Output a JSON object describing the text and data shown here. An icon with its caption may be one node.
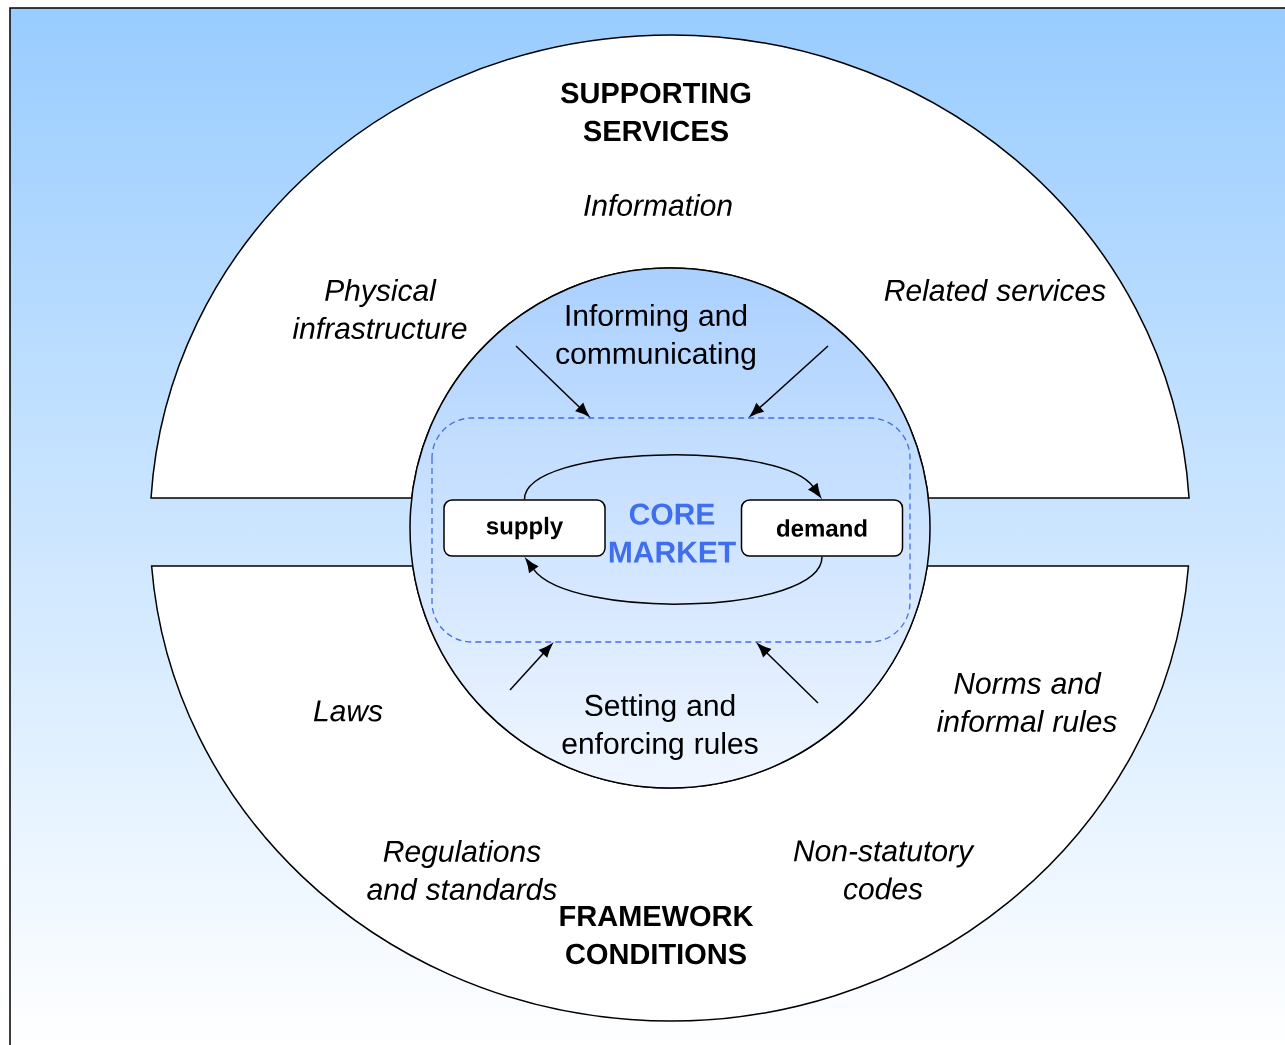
{
  "diagram": {
    "nodes": [
      {
        "text": [
          "SUPPORTING SERVICES",
          "Information",
          "Physical infrastructure",
          "Related services"
        ]
      },
      {
        "text": [
          "Laws",
          "Norms and informal rules",
          "Regulations and standards",
          "Non-statutory codes",
          "FRAMEWORK CONDITIONS"
        ]
      },
      {
        "text": [
          "Informing and communicating",
          "Setting and enforcing rules"
        ]
      },
      {
        "text": [
          "CORE MARKET"
        ],
        "in": 2
      },
      {
        "text": [
          "supply"
        ],
        "in": 3
      },
      {
        "text": [
          "demand"
        ],
        "in": 3
      }
    ],
    "edges": [
      {
        "from": 4,
        "to": 5,
        "arrow": "to"
      },
      {
        "from": 5,
        "to": 4,
        "arrow": "to"
      },
      {
        "from": null,
        "to": 3,
        "arrow": "to"
      },
      {
        "from": null,
        "to": 3,
        "arrow": "to"
      },
      {
        "from": null,
        "to": 3,
        "arrow": "to"
      },
      {
        "from": null,
        "to": 3,
        "arrow": "to"
      }
    ]
  }
}
